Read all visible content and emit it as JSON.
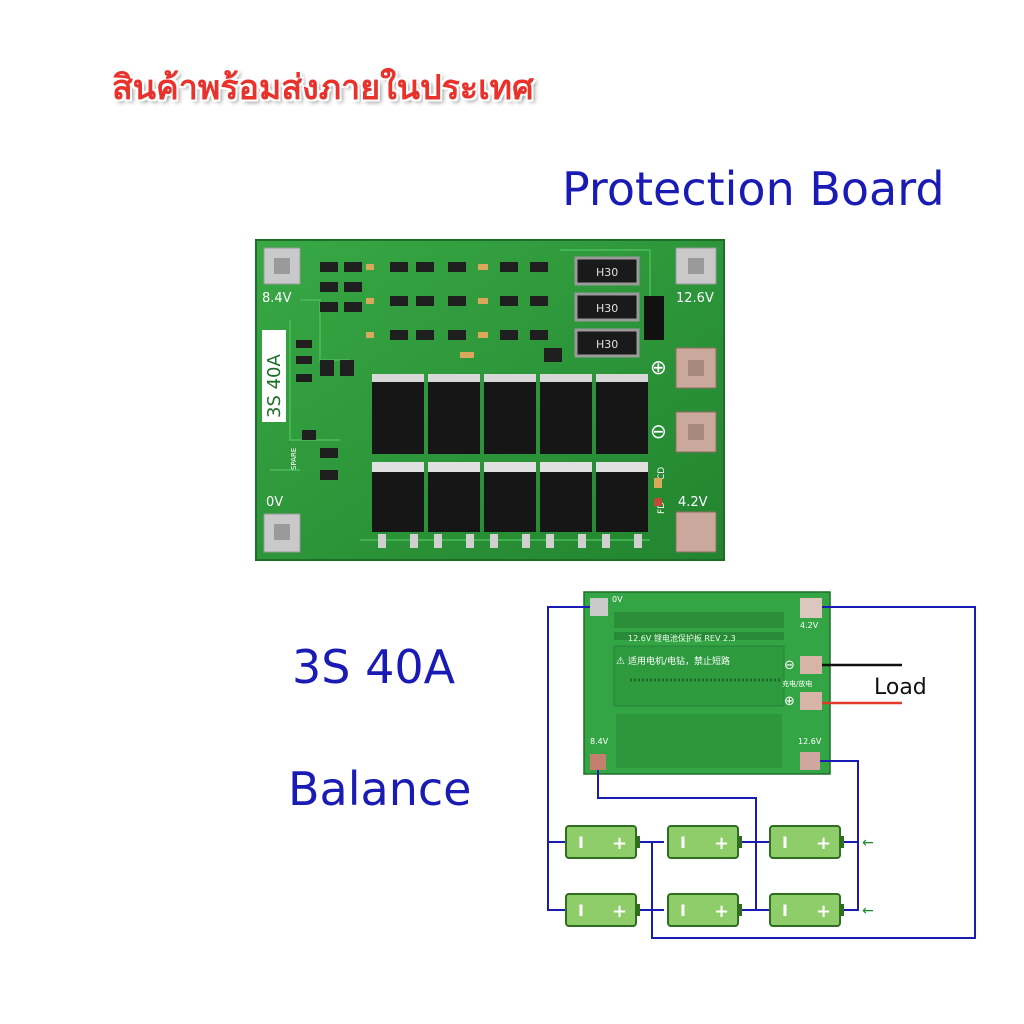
{
  "banner_text": "สินค้าพร้อมส่งภายในประเทศ",
  "title": "Protection Board",
  "spec_label": "3S 40A",
  "balance_label": "Balance",
  "board_photo": {
    "silk_model": "3S 40A",
    "pad_labels": [
      "8.4V",
      "12.6V",
      "0V",
      "4.2V"
    ],
    "resistor_code": "H30",
    "plus_symbol": "⊕",
    "minus_symbol": "⊖",
    "cd_label": "CD",
    "fd_label": "FD",
    "spare_label": "SPARE"
  },
  "diagram": {
    "pad_labels": [
      "0V",
      "4.2V",
      "8.4V",
      "12.6V"
    ],
    "board_text": "12.6V 锂电池保护板 REV 2.3",
    "warning_text": "适用电机/电钻，禁止短路",
    "charge_label": "充电/放电",
    "load_label": "Load",
    "cell_minus": "I",
    "cell_plus": "+"
  },
  "colors": {
    "pcb_green": "#2f9b3c",
    "wire_blue": "#1a1ab4",
    "banner_red": "#e8322b",
    "cell_green": "#8fcc6a"
  }
}
